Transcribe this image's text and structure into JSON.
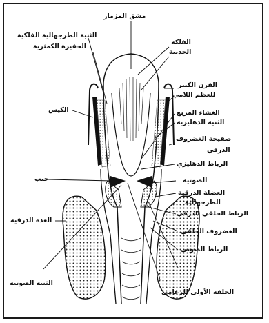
{
  "labels": {
    "pharynx_slit": "مشق المزمار",
    "palatopharyngeal_fold": "الثنية الطرجهالية الفلكية",
    "cuneiform_tubercle": "الحقيرة الكمثرية",
    "epiglottis_surface": "الفلكة",
    "epiglottis_back": "الحدبية",
    "greater_horn": "القرن الكبير",
    "hyoid": "للعظم اللامي",
    "sac": "الكيس",
    "quadrate_membrane": "الغشاء المربع",
    "vestibular_fold": "الثنية الدهليزية",
    "thyroid_lamina": "صفيحة الغضروف",
    "thyroid_word": "الدرقي",
    "vestibular_ligament": "الرباط الدهليزي",
    "sinus": "جيب",
    "vocalis": "الصوتية",
    "thyroarytenoid": "العضلة الدرقية",
    "thyroarytenoid2": "الطرجهالية",
    "thyroid_gland": "الغدة الدرقية",
    "cricothyroid_ligament": "الرباط الحلقي الدرقي",
    "cricoid": "الغضروف الحلقي",
    "vocal_ligament": "الرباط الصوتي",
    "vocal_fold": "الثنية الصوتية",
    "first_tracheal_ring": "الحلقة الأولى للرغامى"
  }
}
